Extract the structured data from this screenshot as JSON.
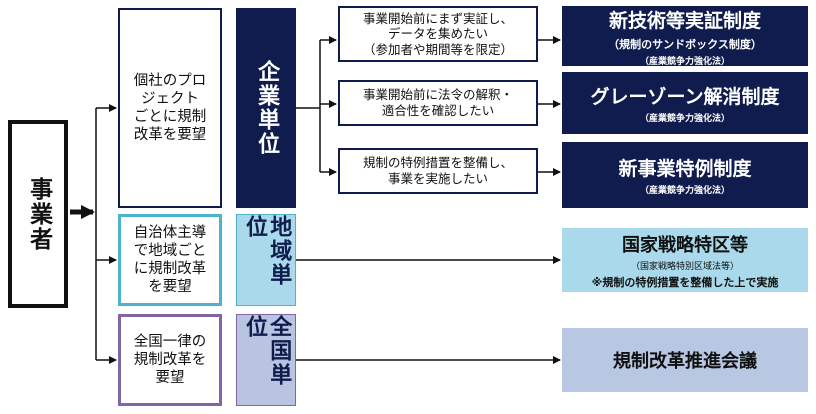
{
  "colors": {
    "navy": "#0f1c4d",
    "light_blue_border": "#4db3cc",
    "light_blue_fill": "#a9d9ea",
    "lavender_border": "#8066a8",
    "lavender_fill": "#b8c4e0",
    "steel_fill": "#b8c8e2"
  },
  "actor": {
    "label": "事業者"
  },
  "rows": [
    {
      "request": "個社のプロ\nジェクト\nごとに規制\n改革を要望",
      "unit": "企業単位",
      "needs": [
        {
          "text": "事業開始前にまず実証し、\nデータを集めたい\n（参加者や期間等を限定）"
        },
        {
          "text": "事業開始前に法令の解釈・\n適合性を確認したい"
        },
        {
          "text": "規制の特例措置を整備し、\n事業を実施したい"
        }
      ],
      "systems": [
        {
          "title": "新技術等実証制度",
          "subtitle": "（規制のサンドボックス制度）",
          "law": "（産業競争力強化法）"
        },
        {
          "title": "グレーゾーン解消制度",
          "law": "（産業競争力強化法）"
        },
        {
          "title": "新事業特例制度",
          "law": "（産業競争力強化法）"
        }
      ]
    },
    {
      "request": "自治体主導\nで地域ごと\nに規制改革\nを要望",
      "unit": "地域単位",
      "system": {
        "title": "国家戦略特区等",
        "law": "（国家戦略特別区域法等）",
        "note": "※規制の特例措置を整備した上で実施"
      }
    },
    {
      "request": "全国一律の\n規制改革を\n要望",
      "unit": "全国単位",
      "system": {
        "title": "規制改革推進会議"
      }
    }
  ]
}
